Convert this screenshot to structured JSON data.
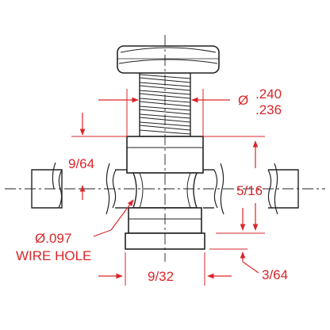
{
  "labels": {
    "diameter_symbol": "Ø",
    "diameter_top": ".240",
    "diameter_bottom": ".236",
    "left_dim": "9/64",
    "right_dim": "5/16",
    "hole_dia": "Ø.097",
    "hole_note": "WIRE HOLE",
    "bottom_width": "9/32",
    "bottom_right": "3/64"
  },
  "colors": {
    "dimension": "#d9262a",
    "part_outline": "#222222",
    "part_fill": "#ffffff",
    "centerline": "#222222"
  }
}
